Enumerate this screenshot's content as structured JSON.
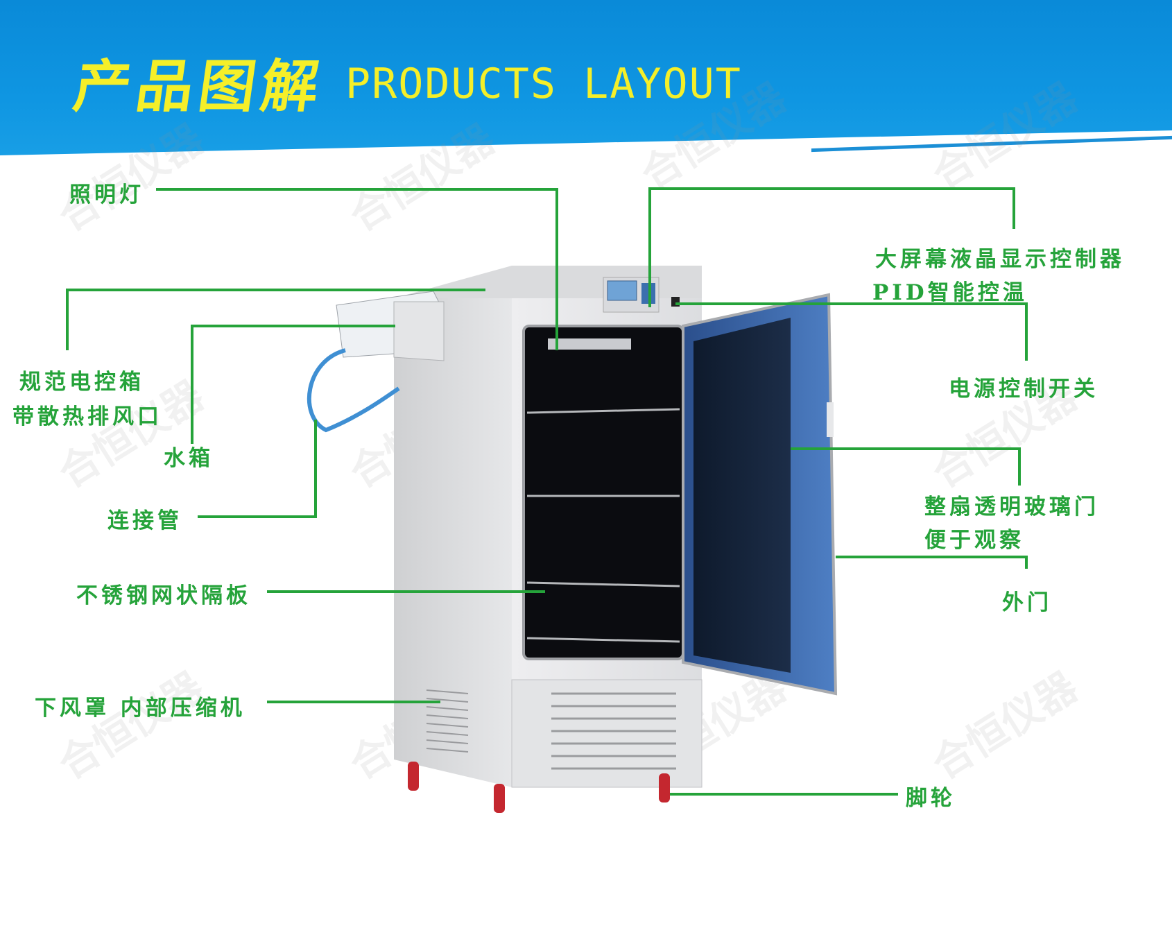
{
  "header": {
    "title_cn": "产品图解",
    "title_en": "PRODUCTS LAYOUT"
  },
  "watermark": "合恒仪器",
  "colors": {
    "banner": "#0f96e2",
    "title": "#f5ef29",
    "label": "#25a33a",
    "leader": "#25a33a"
  },
  "labels": {
    "lighting": "照明灯",
    "electric_box_1": "规范电控箱",
    "electric_box_2": "带散热排风口",
    "water_tank": "水箱",
    "connect_pipe": "连接管",
    "shelf": "不锈钢网状隔板",
    "lower_cover": "下风罩 内部压缩机",
    "controller_1": "大屏幕液晶显示控制器",
    "controller_2": "PID智能控温",
    "power_switch": "电源控制开关",
    "glass_door_1": "整扇透明玻璃门",
    "glass_door_2": "便于观察",
    "outer_door": "外门",
    "casters": "脚轮"
  }
}
